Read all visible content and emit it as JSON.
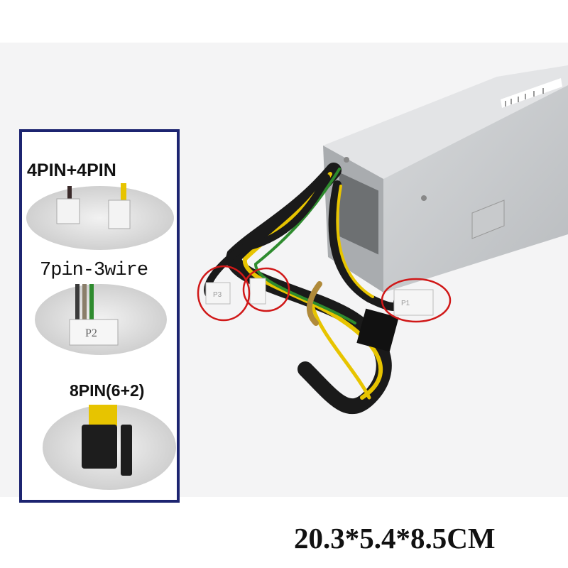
{
  "connectors_panel": {
    "items": [
      {
        "label": "4PIN+4PIN"
      },
      {
        "label": "7pin-3wire",
        "connector_marking": "P2"
      },
      {
        "label": "8PIN(6+2)"
      }
    ],
    "border_color": "#1c2470"
  },
  "dimensions": "20.3*5.4*8.5CM",
  "callout_color": "#d01818",
  "connector_markings": [
    "P3",
    "P1"
  ]
}
